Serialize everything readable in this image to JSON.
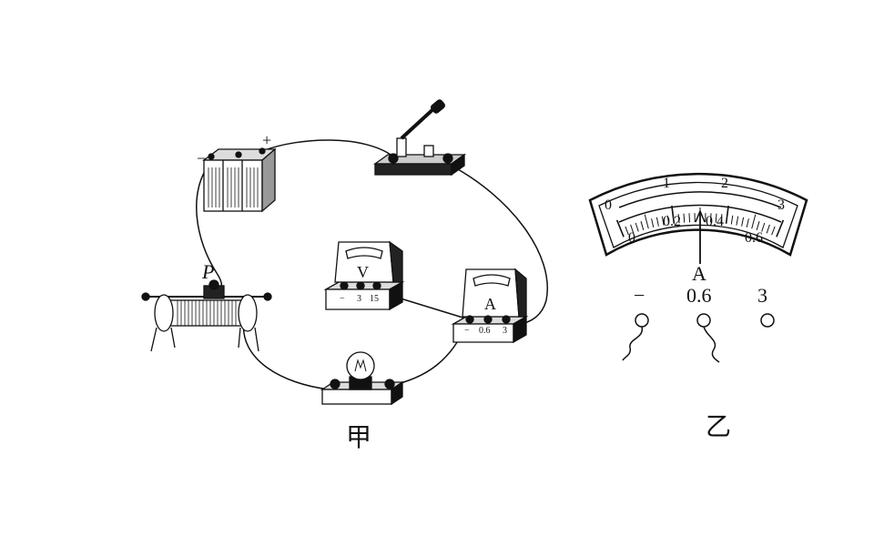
{
  "figure_a": {
    "caption": "甲",
    "battery": {
      "plus": "+",
      "minus": "−"
    },
    "rheostat": {
      "slider_label": "P"
    },
    "voltmeter": {
      "symbol": "V",
      "terminals": [
        "−",
        "3",
        "15"
      ]
    },
    "ammeter": {
      "symbol": "A",
      "terminals": [
        "−",
        "0.6",
        "3"
      ]
    }
  },
  "figure_b": {
    "caption": "乙",
    "symbol": "A",
    "upper_scale": [
      "0",
      "1",
      "2",
      "3"
    ],
    "lower_scale": [
      "0",
      "0.2",
      "0.4",
      "0.6"
    ],
    "terminals": [
      "−",
      "0.6",
      "3"
    ]
  }
}
